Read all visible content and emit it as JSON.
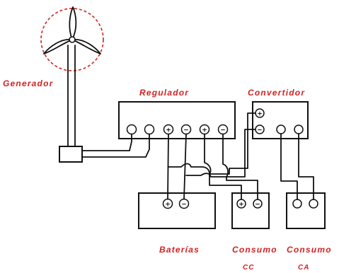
{
  "labels": {
    "generador": "Generador",
    "regulador": "Regulador",
    "convertidor": "Convertidor",
    "baterias": "Baterías",
    "consumo_cc": "Consumo",
    "consumo_cc_sub": "CC",
    "consumo_ca": "Consumo",
    "consumo_ca_sub": "CA"
  },
  "terminal_symbols": {
    "plus": "+",
    "minus": "−"
  },
  "colors": {
    "label_red": "#d42020",
    "ink": "#111111"
  }
}
